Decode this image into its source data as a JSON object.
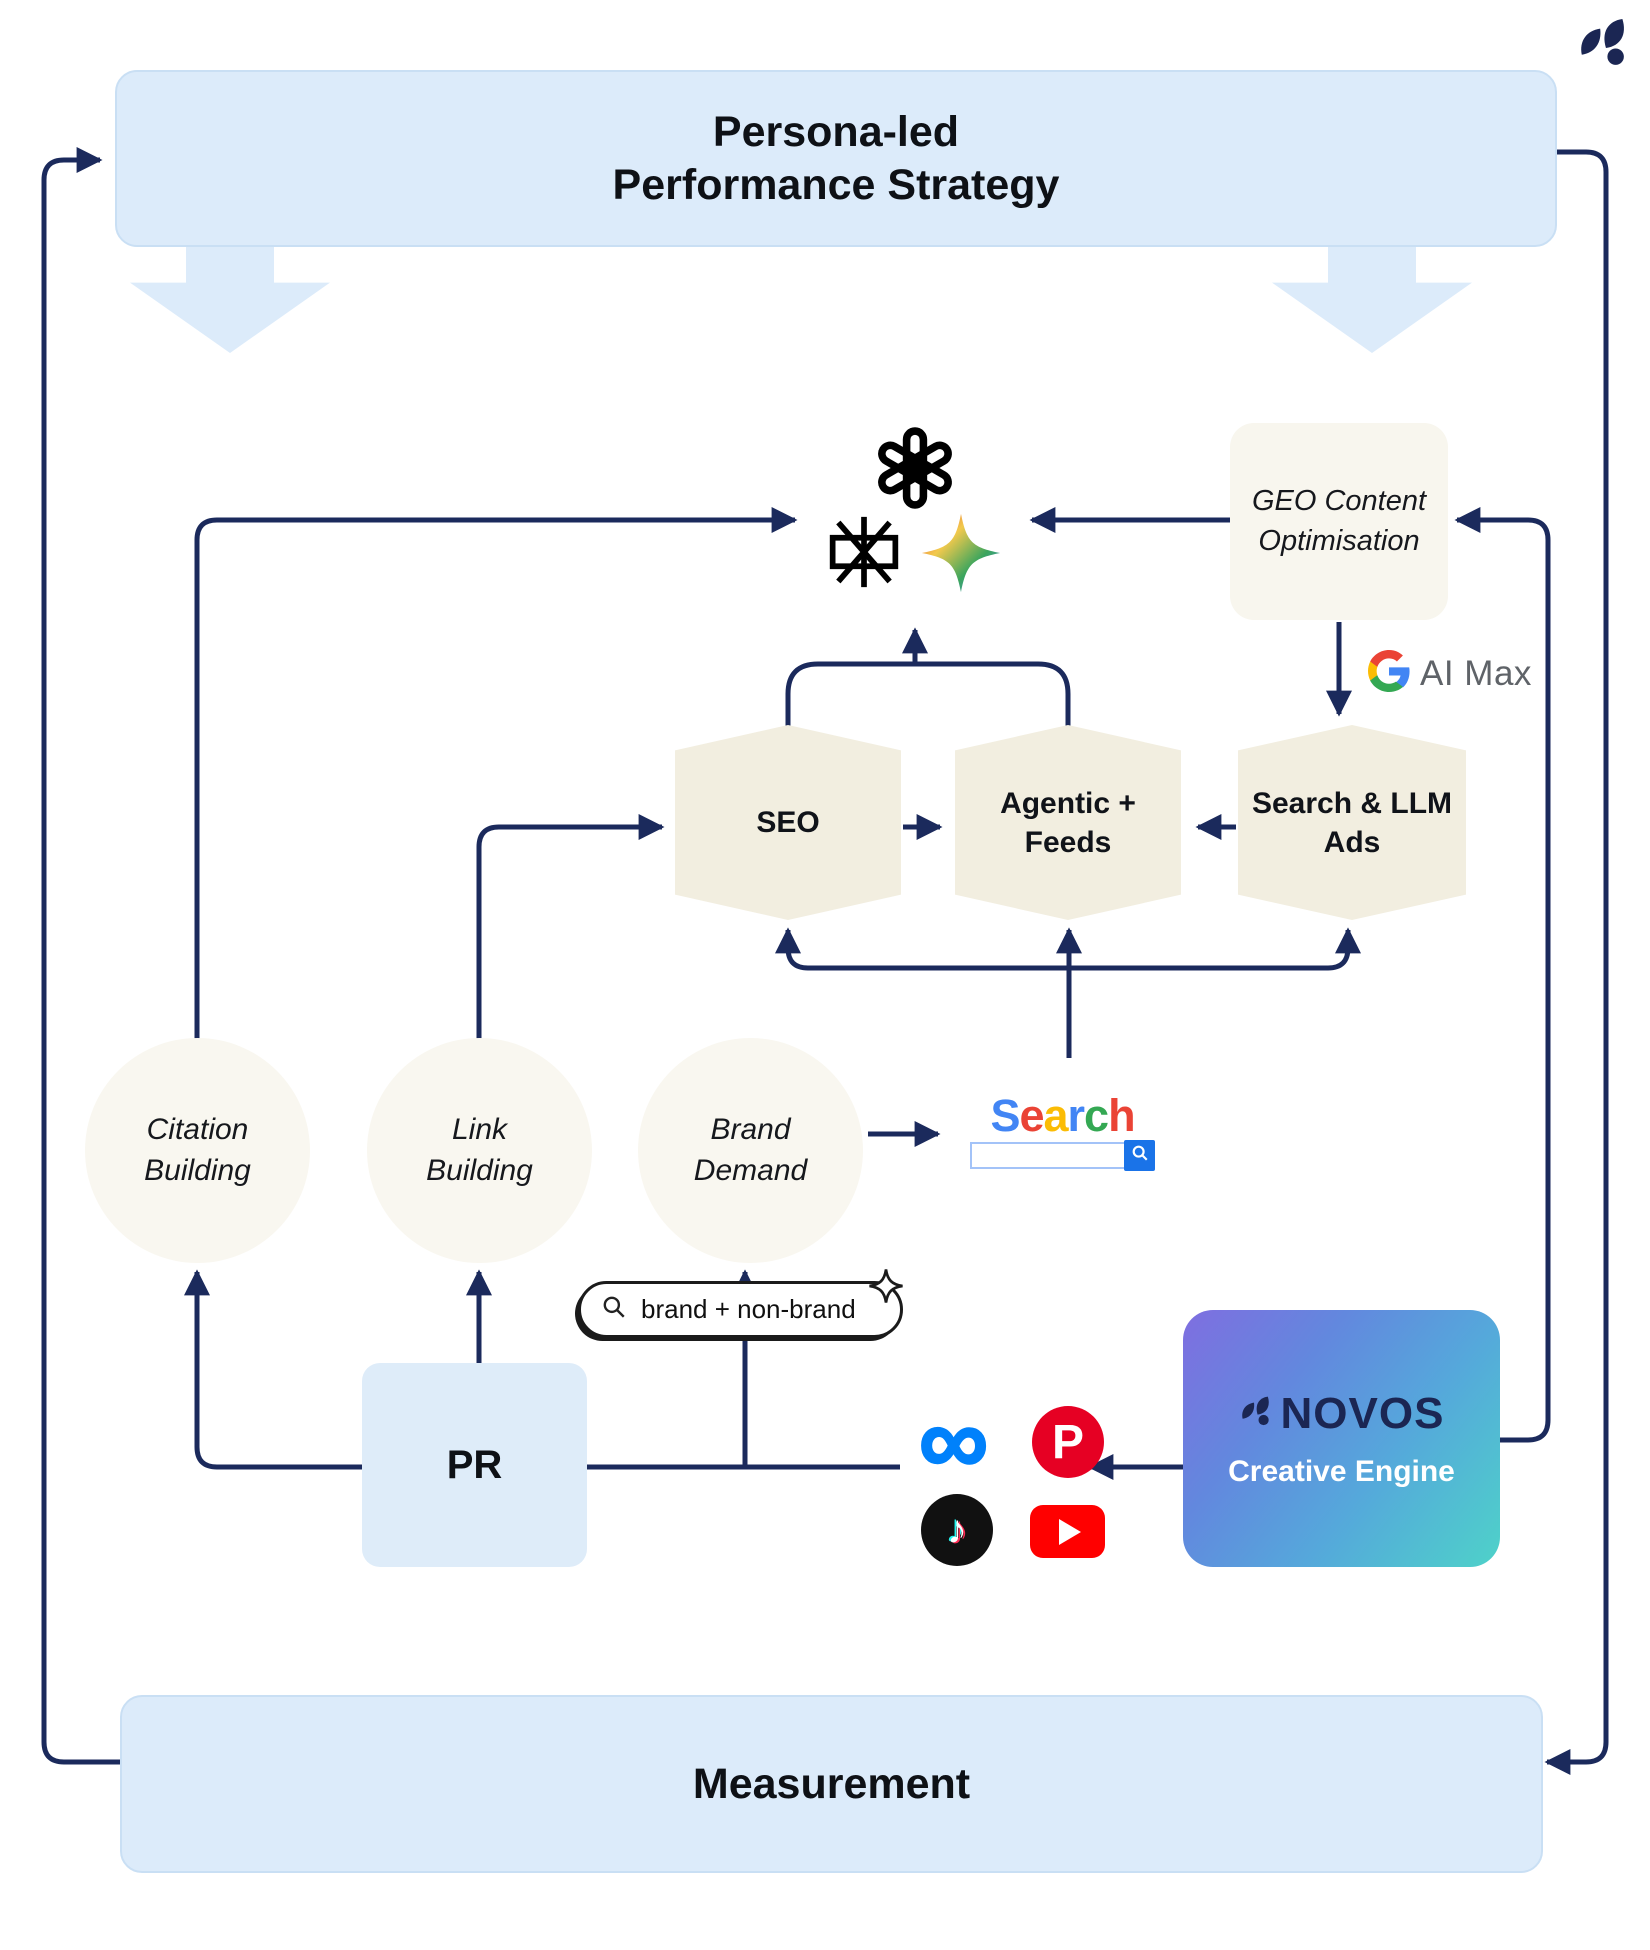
{
  "top_banner": {
    "line1": "Persona-led",
    "line2": "Performance Strategy"
  },
  "bottom_banner": {
    "label": "Measurement"
  },
  "geo_box": {
    "line1": "GEO Content",
    "line2": "Optimisation"
  },
  "ai_max": {
    "label": "AI Max"
  },
  "hexagons": {
    "seo": "SEO",
    "agentic_line1": "Agentic +",
    "agentic_line2": "Feeds",
    "ads_line1": "Search & LLM",
    "ads_line2": "Ads"
  },
  "circles": {
    "citation_line1": "Citation",
    "citation_line2": "Building",
    "link_line1": "Link",
    "link_line2": "Building",
    "brand_line1": "Brand",
    "brand_line2": "Demand"
  },
  "search_widget": {
    "letters": [
      {
        "ch": "S",
        "color": "#4285F4"
      },
      {
        "ch": "e",
        "color": "#EA4335"
      },
      {
        "ch": "a",
        "color": "#FBBC05"
      },
      {
        "ch": "r",
        "color": "#4285F4"
      },
      {
        "ch": "c",
        "color": "#34A853"
      },
      {
        "ch": "h",
        "color": "#EA4335"
      }
    ],
    "input_value": ""
  },
  "search_pill": {
    "text": "brand + non-brand"
  },
  "pr_box": {
    "label": "PR"
  },
  "novos_box": {
    "brand": "NOVOS",
    "subtitle": "Creative Engine"
  },
  "social_icons": [
    "meta",
    "pinterest",
    "tiktok",
    "youtube"
  ],
  "ai_icons": [
    "openai",
    "perplexity",
    "gemini"
  ],
  "glyphs": {
    "meta": "∞",
    "tiktok": "♪",
    "pinterest": "P"
  },
  "colors": {
    "line": "#1B2A5C",
    "banner_blue": "#DCEBFA",
    "hexagon_beige": "#F2EEE0",
    "circle_cream": "#F9F7F0",
    "novos_navy": "#1B2653",
    "google_blue": "#4285F4",
    "google_red": "#EA4335",
    "google_yellow": "#FBBC05",
    "google_green": "#34A853"
  }
}
